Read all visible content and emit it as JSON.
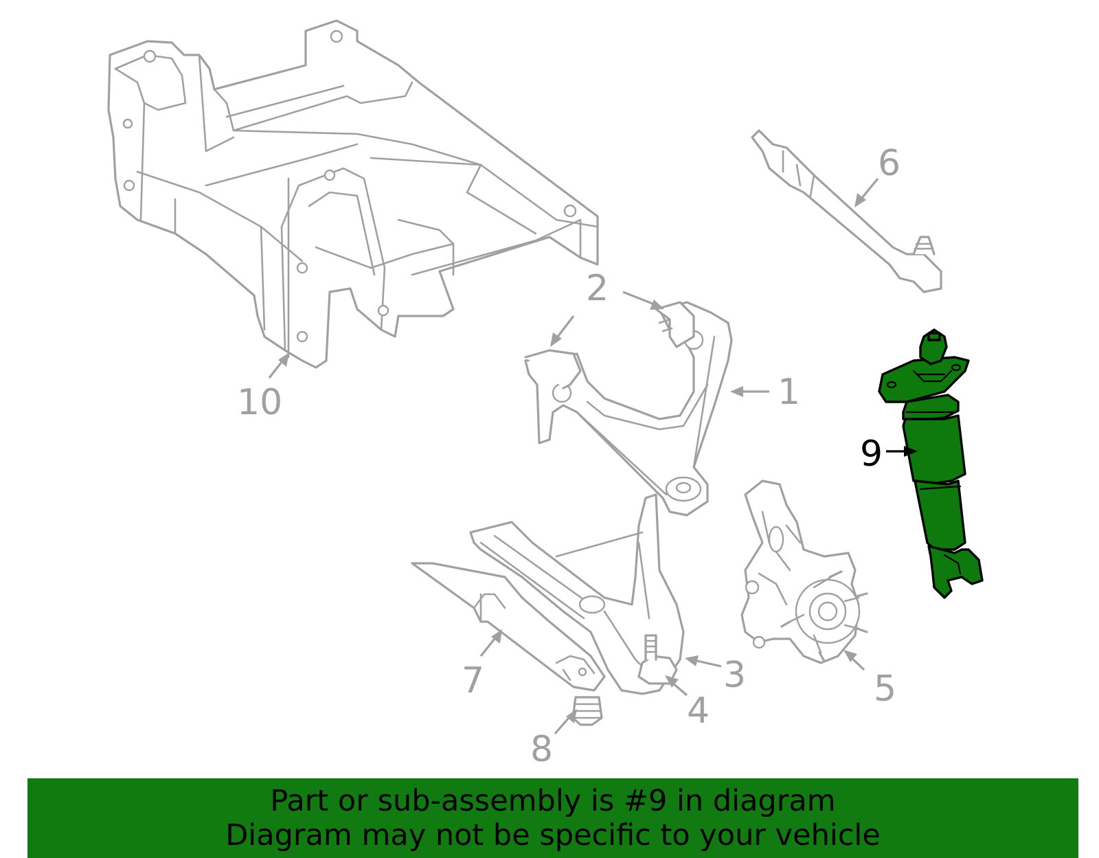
{
  "callouts": {
    "c1": "1",
    "c2": "2",
    "c3": "3",
    "c4": "4",
    "c5": "5",
    "c6": "6",
    "c7": "7",
    "c8": "8",
    "c9": "9",
    "c10": "10"
  },
  "highlighted_part": "9",
  "colors": {
    "highlight_fill": "#0e7a0e",
    "banner_background": "#117a11",
    "line_gray": "#a0a0a0"
  },
  "banner": {
    "line1": "Part or sub-assembly is #9 in diagram",
    "line2": "Diagram may not be specific to your vehicle"
  }
}
